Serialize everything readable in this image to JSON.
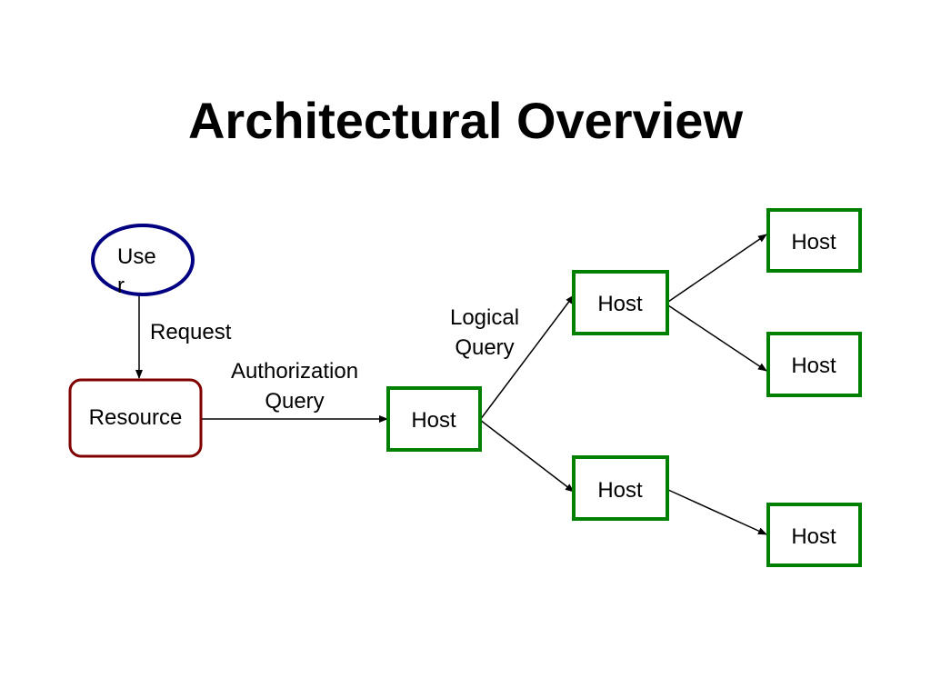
{
  "title": "Architectural Overview",
  "colors": {
    "user_border": "#000080",
    "resource_border": "#800000",
    "host_border": "#008000",
    "edge": "#000000",
    "text": "#000000"
  },
  "nodes": {
    "user": {
      "line1": "Use",
      "line2": "r"
    },
    "resource": {
      "label": "Resource"
    },
    "host_main": {
      "label": "Host"
    },
    "host_mid_top": {
      "label": "Host"
    },
    "host_mid_bottom": {
      "label": "Host"
    },
    "host_right_1": {
      "label": "Host"
    },
    "host_right_2": {
      "label": "Host"
    },
    "host_right_3": {
      "label": "Host"
    }
  },
  "edges": {
    "request": {
      "label": "Request"
    },
    "authorization_query": {
      "line1": "Authorization",
      "line2": "Query"
    },
    "logical_query": {
      "line1": "Logical",
      "line2": "Query"
    }
  }
}
